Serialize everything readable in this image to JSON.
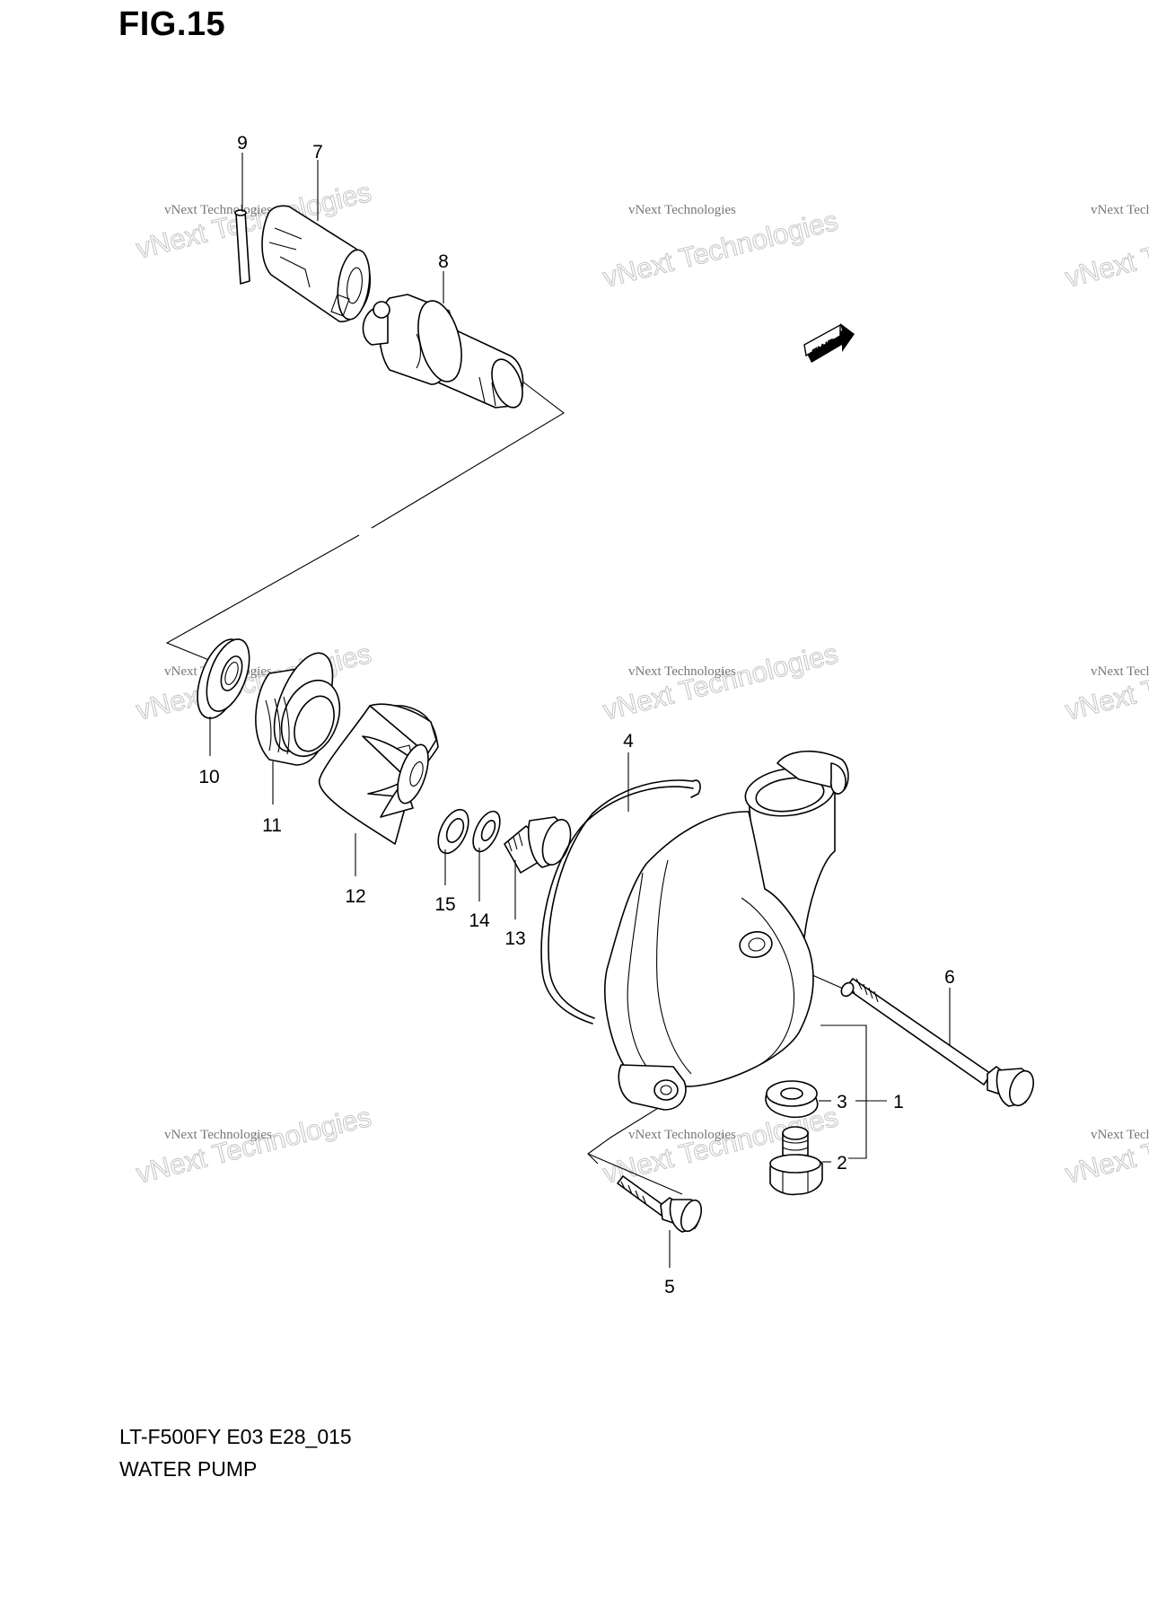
{
  "figure": {
    "title": "FIG.15"
  },
  "watermarks": [
    {
      "line1": "vNext Technologies",
      "line2": "vNext Technologies"
    },
    {
      "line1": "vNext Technologies",
      "line2": "vNext Technologies"
    },
    {
      "line1": "vNext Technologies",
      "line2": "vNext Technologies"
    },
    {
      "line1": "vNext Technologies",
      "line2": "vNext Technologies"
    },
    {
      "line1": "vNext Technologies",
      "line2": "vNext Technologies"
    },
    {
      "line1": "vNext Technologies",
      "line2": "vNext Technologies"
    },
    {
      "line1": "vNext Technologies",
      "line2": "vNext Technologies"
    },
    {
      "line1": "vNext Technologies",
      "line2": "vNext Technologies"
    },
    {
      "line1": "vNext Technologies",
      "line2": "vNext Technologies"
    }
  ],
  "fwd_marker": {
    "label": "FWD"
  },
  "parts": [
    {
      "ref": "1"
    },
    {
      "ref": "2"
    },
    {
      "ref": "3"
    },
    {
      "ref": "4"
    },
    {
      "ref": "5"
    },
    {
      "ref": "6"
    },
    {
      "ref": "7"
    },
    {
      "ref": "8"
    },
    {
      "ref": "9"
    },
    {
      "ref": "10"
    },
    {
      "ref": "11"
    },
    {
      "ref": "12"
    },
    {
      "ref": "13"
    },
    {
      "ref": "14"
    },
    {
      "ref": "15"
    }
  ],
  "footer": {
    "model_code": "LT-F500FY E03 E28_015",
    "diagram_name": "WATER PUMP"
  }
}
